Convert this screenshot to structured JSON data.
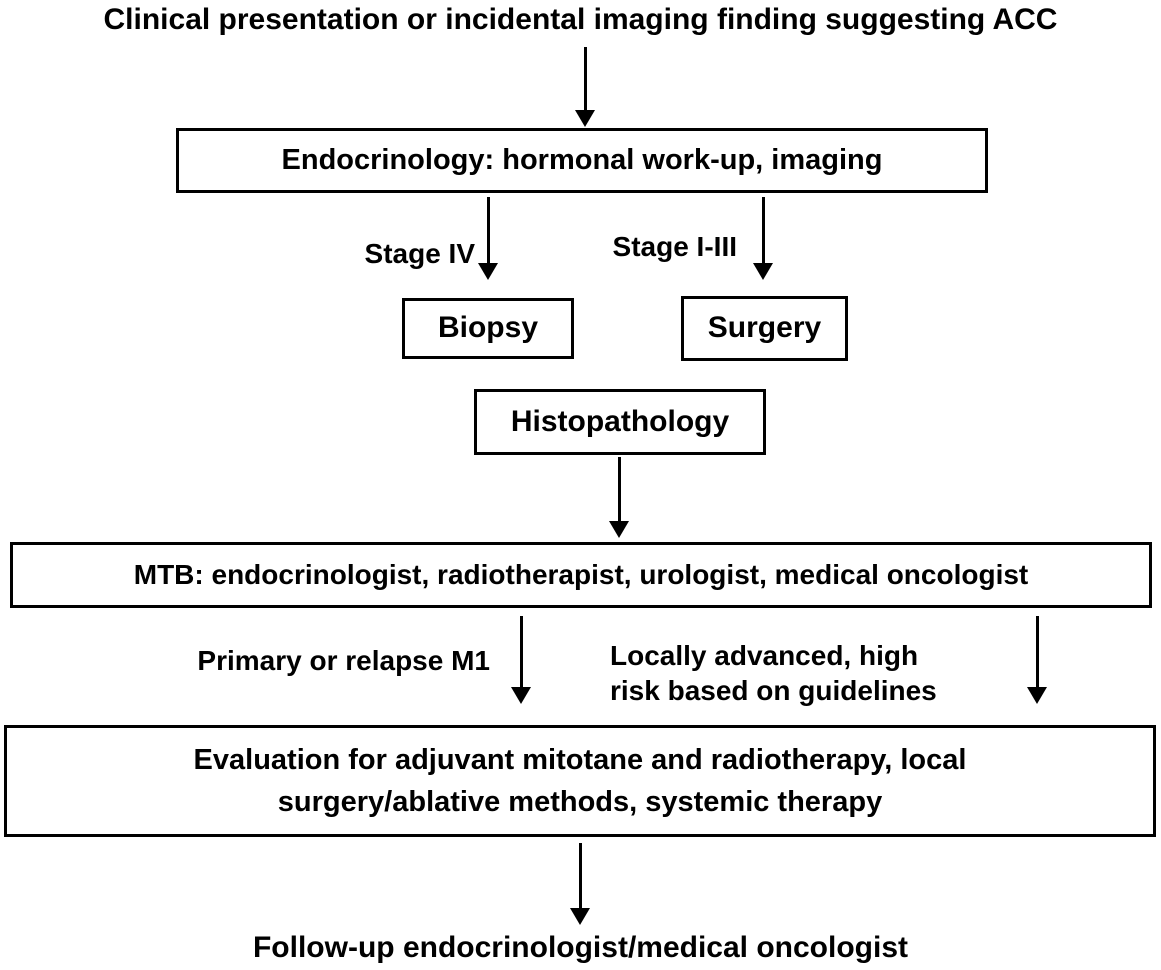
{
  "flow": {
    "start": "Clinical presentation or incidental imaging finding suggesting ACC",
    "nodes": {
      "endocrinology": "Endocrinology: hormonal work-up, imaging",
      "biopsy": "Biopsy",
      "surgery": "Surgery",
      "histopathology": "Histopathology",
      "mtb": "MTB: endocrinologist, radiotherapist, urologist, medical oncologist",
      "evaluation": "Evaluation for adjuvant mitotane and radiotherapy, local\nsurgery/ablative methods, systemic therapy",
      "followup": "Follow-up endocrinologist/medical oncologist"
    },
    "edge_labels": {
      "stage_iv": "Stage IV",
      "stage_i_iii": "Stage I-III",
      "primary_or_relapse": "Primary or relapse M1",
      "locally_advanced": "Locally advanced, high\nrisk based on guidelines"
    },
    "colors": {
      "background": "#ffffff",
      "ink": "#000000"
    }
  }
}
